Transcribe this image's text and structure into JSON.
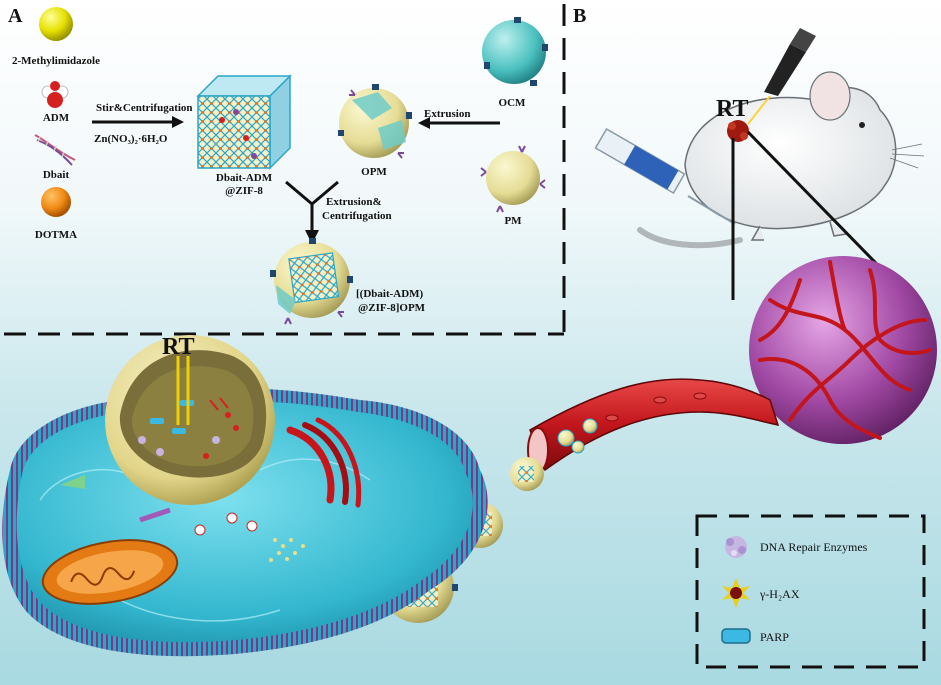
{
  "panels": {
    "a": "A",
    "b": "B"
  },
  "materials": [
    {
      "label": "2-Methylimidazole"
    },
    {
      "label": "ADM"
    },
    {
      "label": "Dbait"
    },
    {
      "label": "DOTMA"
    }
  ],
  "steps": {
    "stir": "Stir&Centrifugation",
    "reagent": "Zn(NO₃)₂·6H₂O",
    "extrusion": "Extrusion",
    "extrusion_centrifugation_1": "Extrusion&",
    "extrusion_centrifugation_2": "Centrifugation"
  },
  "products": {
    "mof_1": "Dbait-ADM",
    "mof_2": "@ZIF-8",
    "opm": "OPM",
    "ocm": "OCM",
    "pm": "PM",
    "final_1": "[(Dbait-ADM)",
    "final_2": "@ZIF-8]OPM"
  },
  "rt": {
    "mouse": "RT",
    "cell": "RT"
  },
  "legend": {
    "items": [
      {
        "label": "DNA Repair Enzymes"
      },
      {
        "label": "γ-H₂AX"
      },
      {
        "label": "PARP"
      }
    ]
  },
  "colors": {
    "zif_blue": "#2aa6c9",
    "nanoparticle_yellow": "#e8e2a0",
    "vessel_red": "#c2161c",
    "tumor_purple": "#a24aa5",
    "cell_blue": "#33b7cf"
  }
}
